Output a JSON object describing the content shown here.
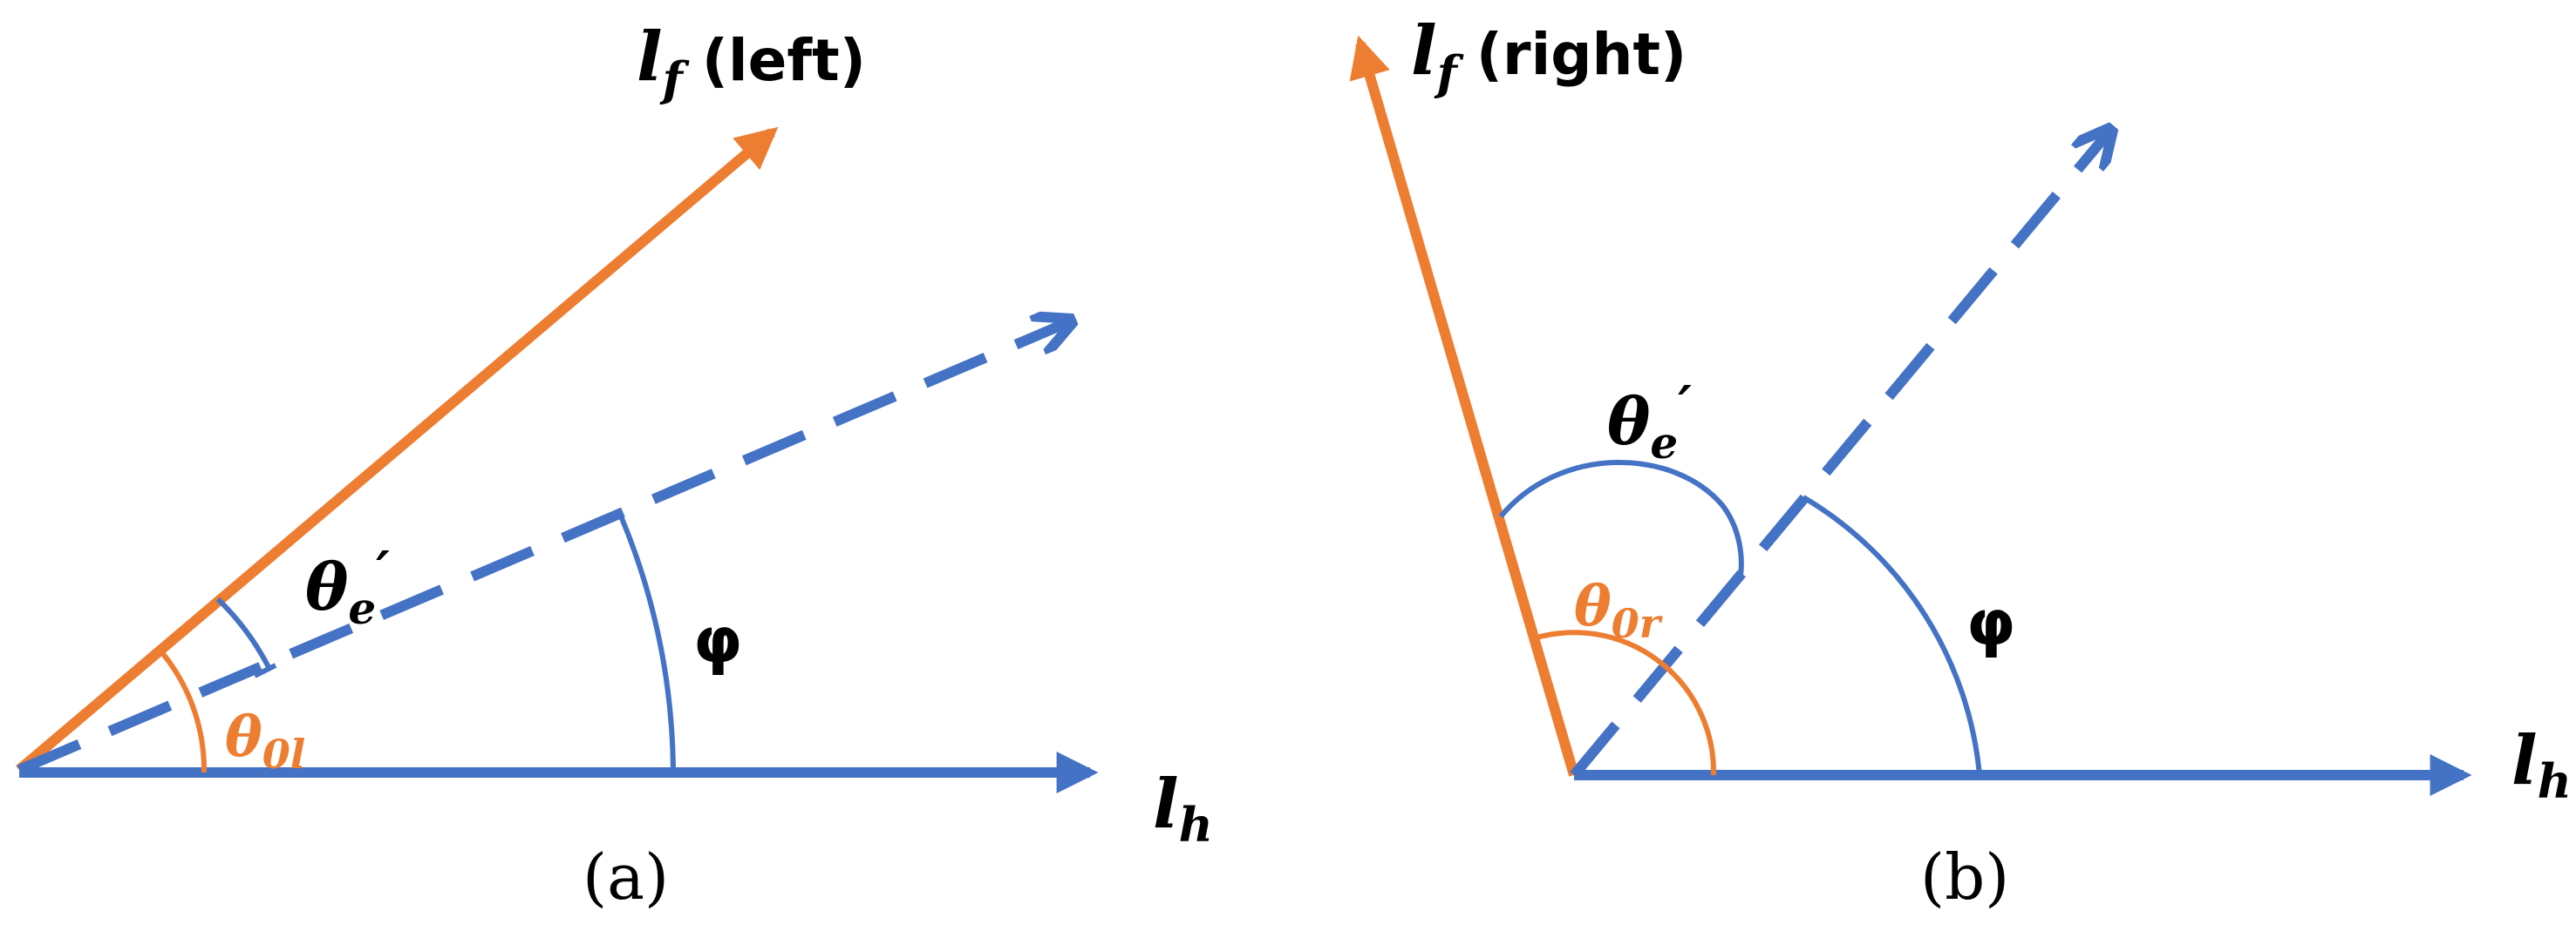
{
  "colors": {
    "orange": "#ED7D31",
    "blue": "#4472C4",
    "text": "#000000"
  },
  "panel_a": {
    "caption": "(a)",
    "lf_symbol": "l",
    "lf_sub": "f",
    "lf_suffix": "(left)",
    "lh_symbol": "l",
    "lh_sub": "h",
    "theta_e_symbol": "θ",
    "theta_e_sub": "e",
    "theta_e_prime": "′",
    "theta_0_symbol": "θ",
    "theta_0_sub": "0l",
    "phi": "φ"
  },
  "panel_b": {
    "caption": "(b)",
    "lf_symbol": "l",
    "lf_sub": "f",
    "lf_suffix": "(right)",
    "lh_symbol": "l",
    "lh_sub": "h",
    "theta_e_symbol": "θ",
    "theta_e_sub": "e",
    "theta_e_prime": "′",
    "theta_0_symbol": "θ",
    "theta_0_sub": "0r",
    "phi": "φ"
  }
}
